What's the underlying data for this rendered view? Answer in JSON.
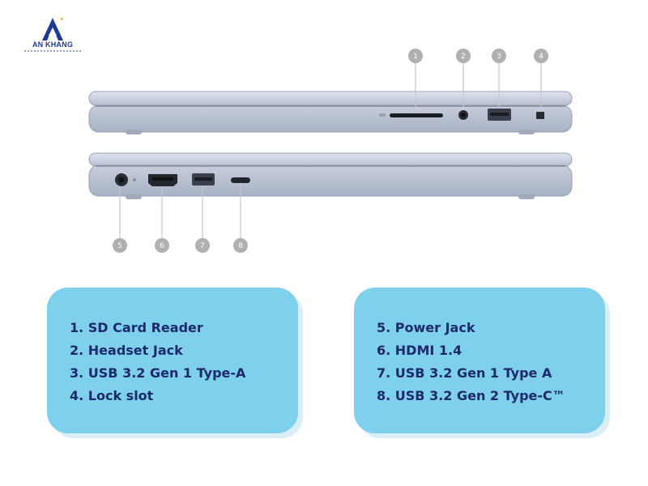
{
  "logo": {
    "text": "AN KHANG",
    "accent": "#1f3a93"
  },
  "markers": [
    "1",
    "2",
    "3",
    "4",
    "5",
    "6",
    "7",
    "8"
  ],
  "left_box": {
    "items": [
      "1. SD Card Reader",
      "2. Headset Jack",
      "3. USB 3.2 Gen 1 Type-A",
      "4. Lock slot"
    ]
  },
  "right_box": {
    "items": [
      "5. Power Jack",
      "6. HDMI 1.4",
      "7. USB 3.2 Gen 1 Type A",
      "8. USB 3.2 Gen 2 Type-C™"
    ]
  },
  "colors": {
    "box": "#7fd0ec",
    "text": "#1b2a6b",
    "marker": "#b0b0b0"
  }
}
